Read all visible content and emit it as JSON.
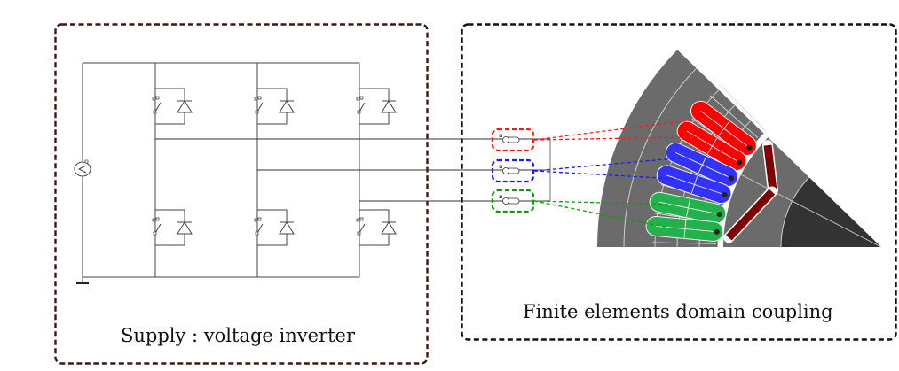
{
  "panels": {
    "supply": {
      "title": "Supply : voltage inverter",
      "border_color": "#3a1a10",
      "components": {
        "dc_source": "voltage-source-icon",
        "ground": "ground-icon",
        "switch": "switch-icon",
        "diode": "diode-icon"
      },
      "legs": 3,
      "switches_per_leg": 2
    },
    "fe_domain": {
      "title": "Finite elements domain coupling",
      "border_color": "#111111"
    }
  },
  "phases": [
    {
      "name": "phase-a",
      "color": "#ff1a1a",
      "fill": "#ff0000"
    },
    {
      "name": "phase-b",
      "color": "#1a1aff",
      "fill": "#3333ff"
    },
    {
      "name": "phase-c",
      "color": "#129912",
      "fill": "#22b14c"
    }
  ],
  "motor": {
    "stator_color": "#6b6b6b",
    "rotor_core_color": "#333333",
    "magnet_color": "#800000",
    "mesh_line_color": "#d8d8d8"
  }
}
